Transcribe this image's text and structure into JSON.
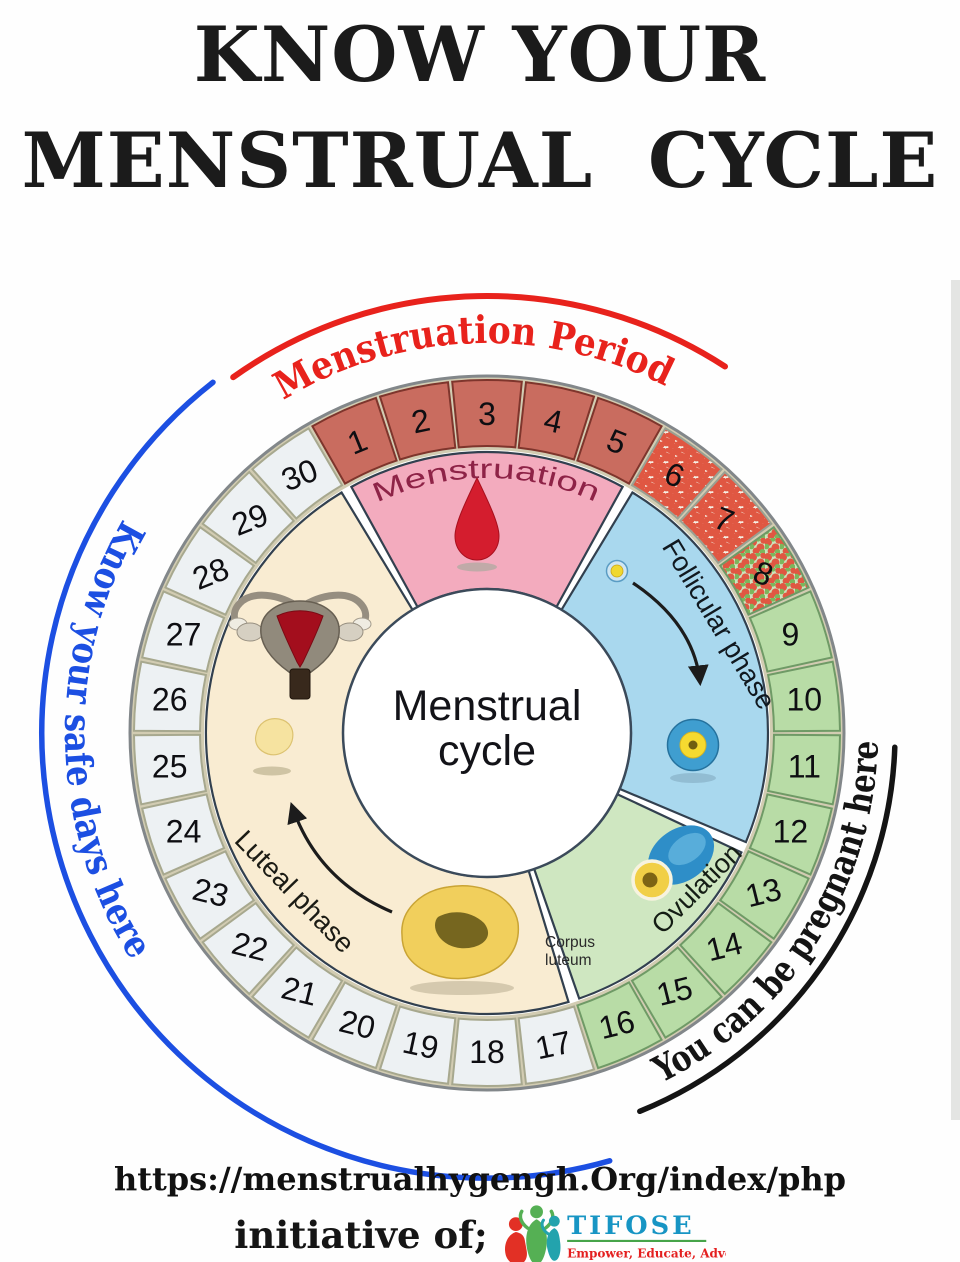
{
  "title": {
    "line1": "KNOW YOUR",
    "line2": "MENSTRUAL  CYCLE"
  },
  "wheel": {
    "center": {
      "line1": "Menstrual",
      "line2": "cycle"
    },
    "days": [
      {
        "n": 1,
        "zone": "period"
      },
      {
        "n": 2,
        "zone": "period"
      },
      {
        "n": 3,
        "zone": "period"
      },
      {
        "n": 4,
        "zone": "period"
      },
      {
        "n": 5,
        "zone": "period"
      },
      {
        "n": 6,
        "zone": "spotting"
      },
      {
        "n": 7,
        "zone": "spotting"
      },
      {
        "n": 8,
        "zone": "transition"
      },
      {
        "n": 9,
        "zone": "fertile"
      },
      {
        "n": 10,
        "zone": "fertile"
      },
      {
        "n": 11,
        "zone": "fertile"
      },
      {
        "n": 12,
        "zone": "fertile"
      },
      {
        "n": 13,
        "zone": "fertile"
      },
      {
        "n": 14,
        "zone": "fertile"
      },
      {
        "n": 15,
        "zone": "fertile"
      },
      {
        "n": 16,
        "zone": "fertile"
      },
      {
        "n": 17,
        "zone": "safe"
      },
      {
        "n": 18,
        "zone": "safe"
      },
      {
        "n": 19,
        "zone": "safe"
      },
      {
        "n": 20,
        "zone": "safe"
      },
      {
        "n": 21,
        "zone": "safe"
      },
      {
        "n": 22,
        "zone": "safe"
      },
      {
        "n": 23,
        "zone": "safe"
      },
      {
        "n": 24,
        "zone": "safe"
      },
      {
        "n": 25,
        "zone": "safe"
      },
      {
        "n": 26,
        "zone": "safe"
      },
      {
        "n": 27,
        "zone": "safe"
      },
      {
        "n": 28,
        "zone": "safe"
      },
      {
        "n": 29,
        "zone": "safe"
      },
      {
        "n": 30,
        "zone": "safe"
      }
    ],
    "zone_colors": {
      "period": "#c96c5f",
      "fertile": "#b8dca6",
      "safe": "#edf1f3",
      "spotting_bg": "#f5efe4",
      "spotting_dot": "#e05742",
      "transition_bg": "#cbe3bc",
      "transition_dot2": "#7cb65c"
    },
    "phases": [
      {
        "id": "menstruation",
        "label": "Menstruation",
        "fill": "#f3abbe",
        "label_color": "#8e2347"
      },
      {
        "id": "follicular",
        "label": "Follicular phase",
        "fill": "#a9d8ee",
        "label_color": "#10181f"
      },
      {
        "id": "ovulation",
        "label": "Ovulation",
        "fill": "#cfe7c1",
        "label_color": "#141d14"
      },
      {
        "id": "luteal",
        "label": "Luteal phase",
        "fill": "#f9ecd2",
        "label_color": "#1b1b14"
      }
    ],
    "corpus_luteum_label": {
      "line1": "Corpus",
      "line2": "luteum"
    }
  },
  "annotations": {
    "top": {
      "text": "Menstruation Period",
      "color": "#e8221c"
    },
    "left": {
      "text": "Know your safe days here",
      "color": "#1c4fe2"
    },
    "right": {
      "text": "You can be pregnant here",
      "color": "#141414"
    }
  },
  "footer": {
    "url": "https://menstrualhygengh.Org/index/php",
    "initiative": "initiative of;",
    "logo": {
      "name": "TIFOSE",
      "tagline": "Empower, Educate, Advocate.",
      "name_color": "#1795c4",
      "tagline_color": "#e41f1f",
      "underline_color": "#46a449",
      "figure_colors": [
        "#e23025",
        "#55b054",
        "#23a3ad"
      ]
    }
  }
}
